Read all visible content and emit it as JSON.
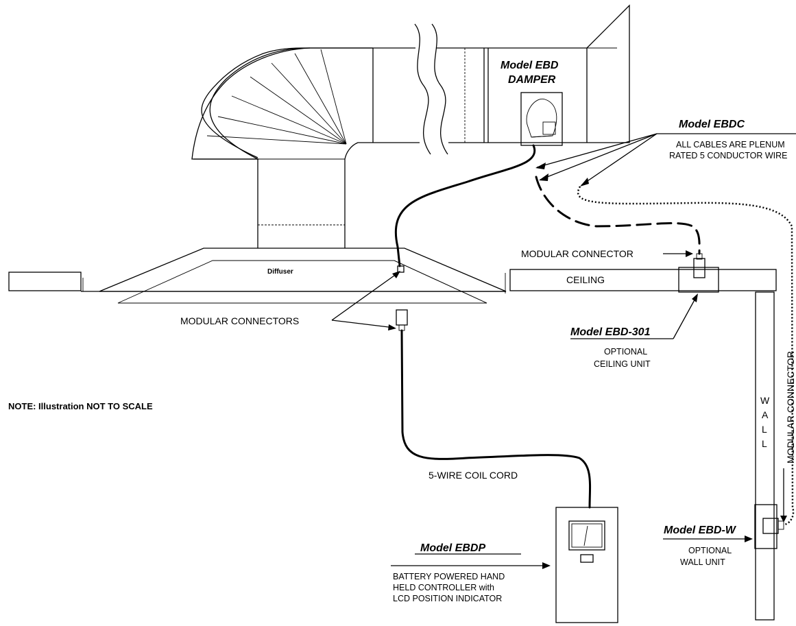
{
  "labels": {
    "damper_model": "Model  EBD",
    "damper_word": "DAMPER",
    "ebdc_model": "Model  EBDC",
    "ebdc_note_1": "ALL CABLES ARE PLENUM",
    "ebdc_note_2": "RATED 5 CONDUCTOR WIRE",
    "modular_connector": "MODULAR CONNECTOR",
    "ceiling": "CEILING",
    "diffuser": "Diffuser",
    "modular_connectors": "MODULAR CONNECTORS",
    "ebd301_model": "Model  EBD-301",
    "ebd301_desc_1": "OPTIONAL",
    "ebd301_desc_2": "CEILING UNIT",
    "note": "NOTE: Illustration NOT TO SCALE",
    "wall_letters": [
      "W",
      "A",
      "L",
      "L"
    ],
    "wall_connector": "MODULAR CONNECTOR",
    "coil_cord": "5-WIRE COIL CORD",
    "ebdw_model": "Model  EBD-W",
    "ebdw_desc_1": "OPTIONAL",
    "ebdw_desc_2": "WALL UNIT",
    "ebdp_model": "Model  EBDP",
    "ebdp_desc_1": "BATTERY POWERED HAND",
    "ebdp_desc_2": "HELD CONTROLLER with",
    "ebdp_desc_3": "LCD POSITION INDICATOR"
  }
}
